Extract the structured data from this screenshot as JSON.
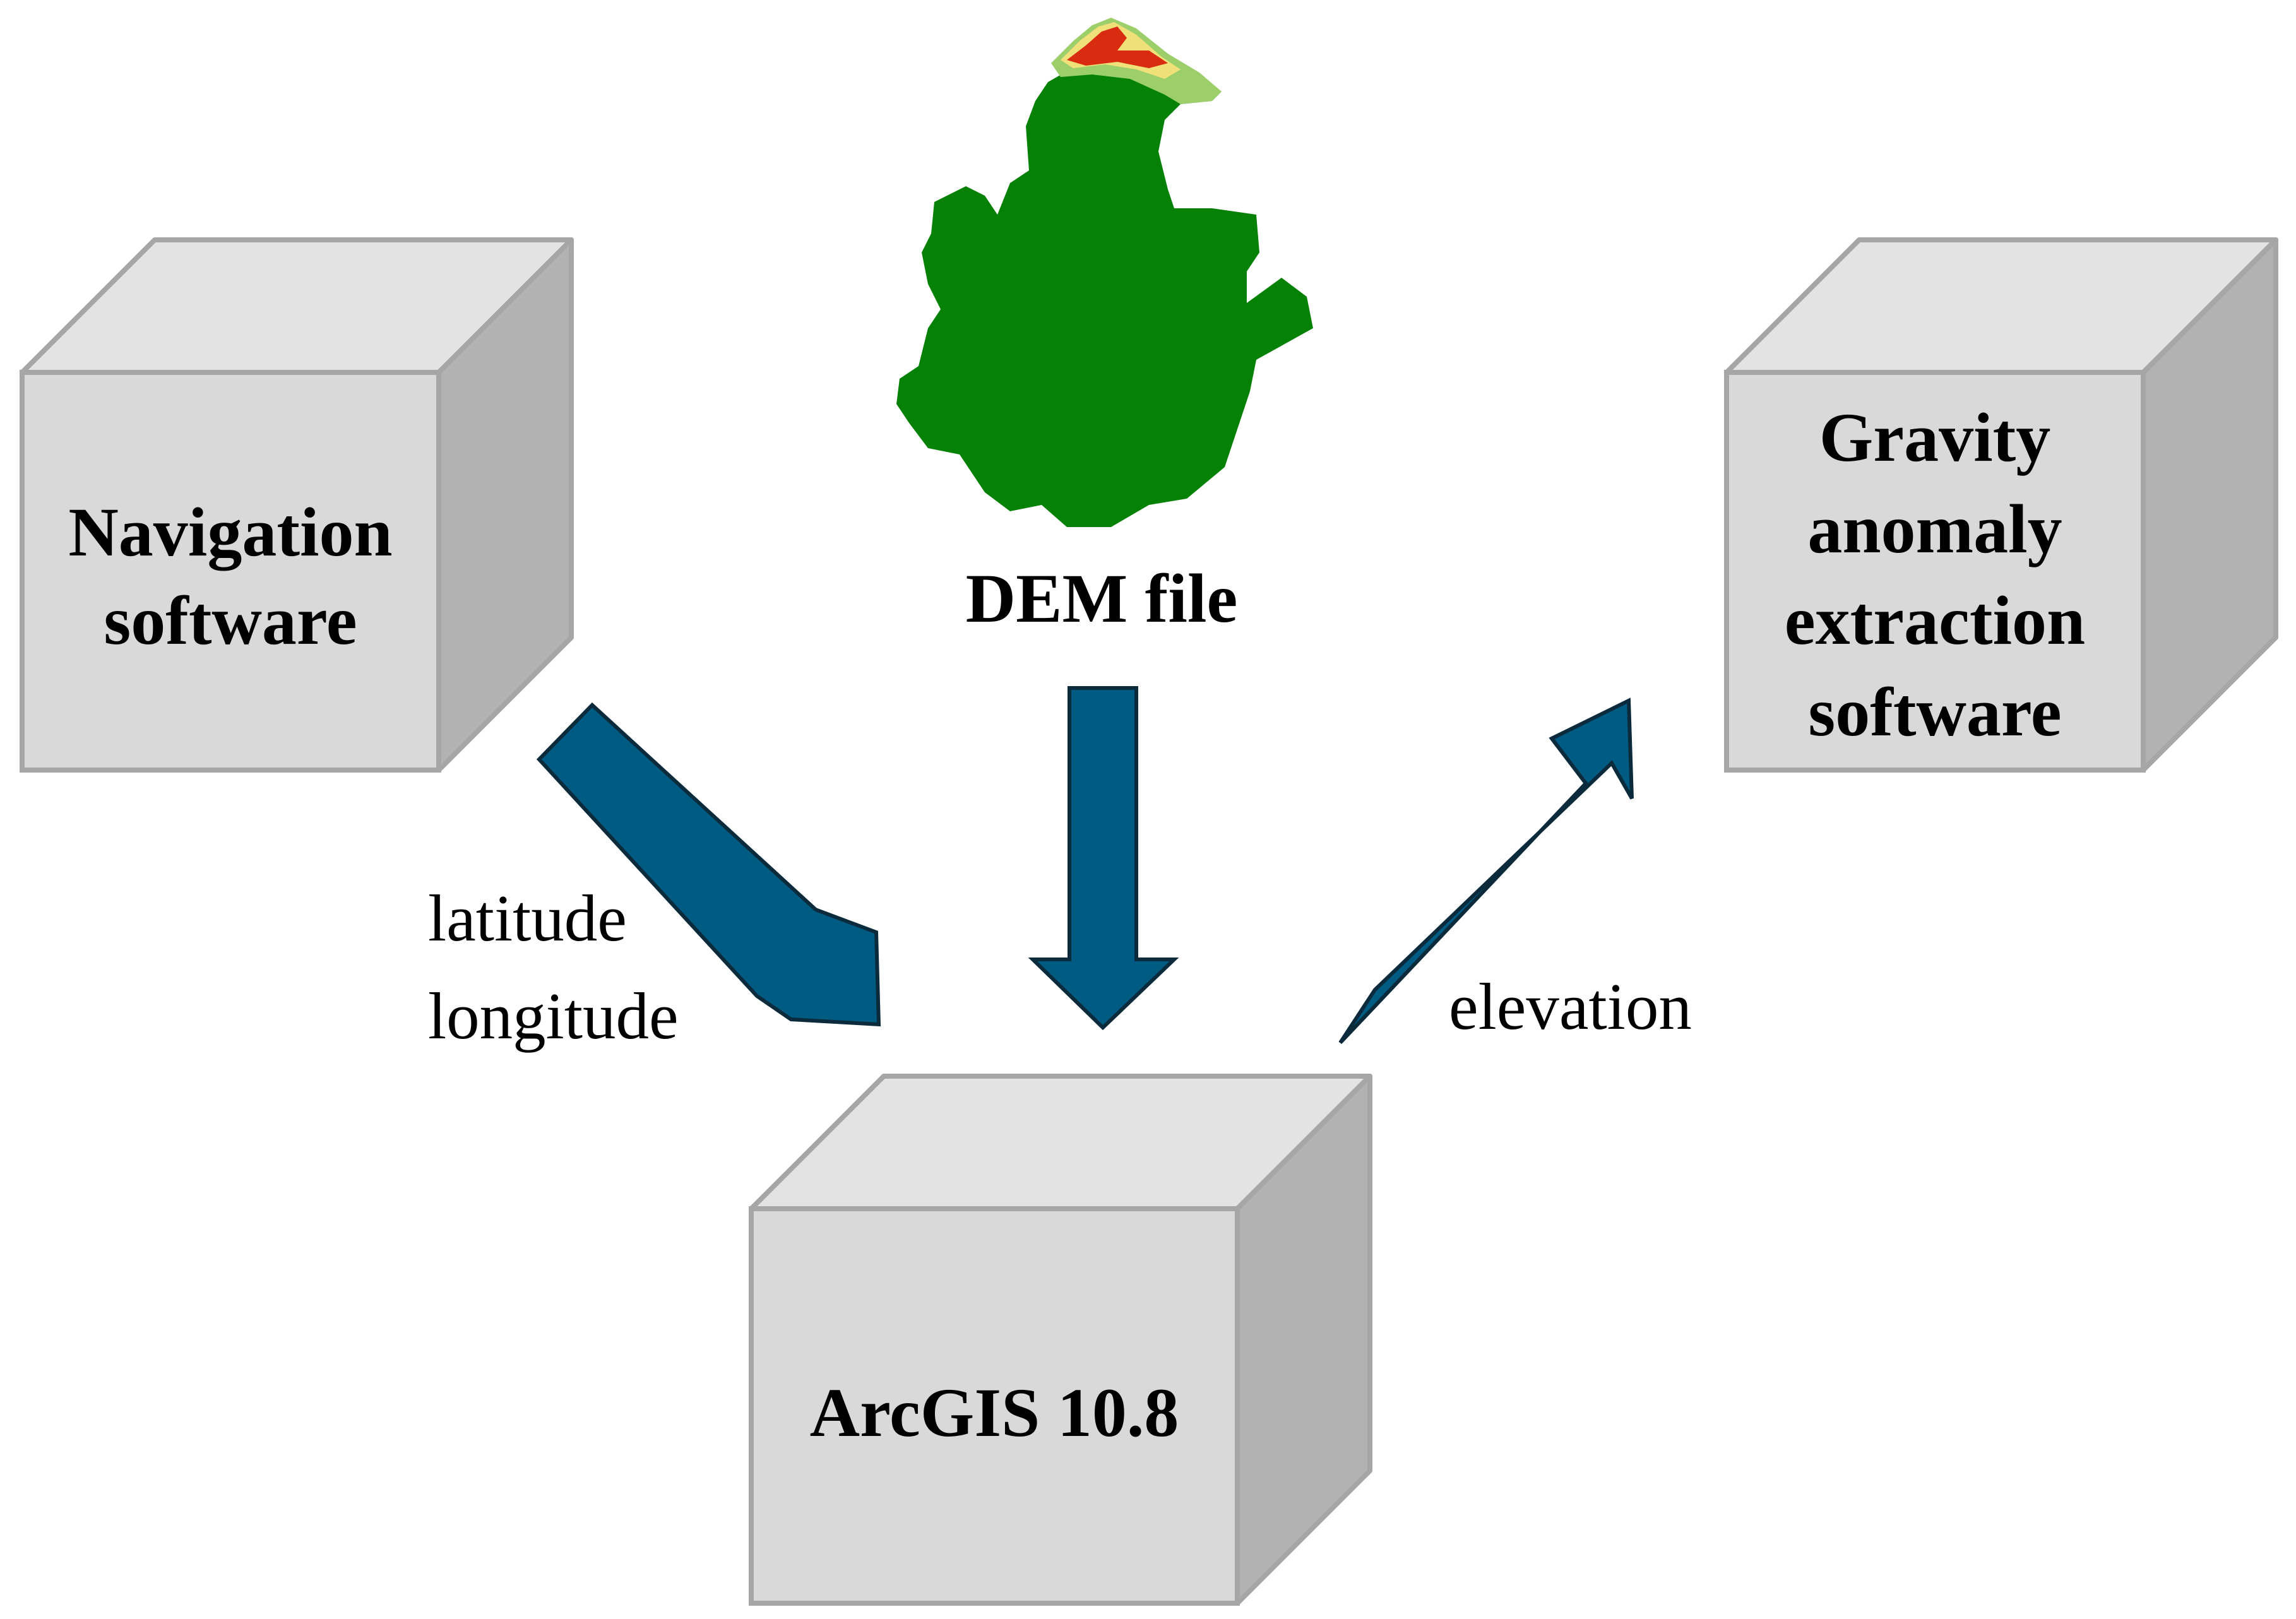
{
  "colors": {
    "box_front": "#d9d9d9",
    "box_top": "#e3e3e3",
    "box_side": "#b2b2b2",
    "box_edge": "#a6a6a6",
    "arrow_fill": "#005b82",
    "arrow_stroke": "#0b2b3c",
    "dem_main": "#058205",
    "dem_high": "#d92b10",
    "dem_mid": "#f0e07a",
    "dem_low": "#9ccf6a"
  },
  "boxes": {
    "navigation": {
      "line1": "Navigation",
      "line2": "software",
      "icon": "cube-icon"
    },
    "gravity": {
      "line1": "Gravity",
      "line2": "anomaly",
      "line3": "extraction",
      "line4": "software",
      "icon": "cube-icon"
    },
    "arcgis": {
      "line1": "ArcGIS 10.8",
      "icon": "cube-icon"
    }
  },
  "dem": {
    "label": "DEM file",
    "icon": "dem-map-icon"
  },
  "flows": {
    "nav_to_arcgis": {
      "line1": "latitude",
      "line2": "longitude",
      "icon": "arrow-down-right-icon"
    },
    "dem_to_arcgis": {
      "icon": "arrow-down-icon"
    },
    "arcgis_to_gravity": {
      "line1": "elevation",
      "icon": "arrow-up-right-icon"
    }
  }
}
